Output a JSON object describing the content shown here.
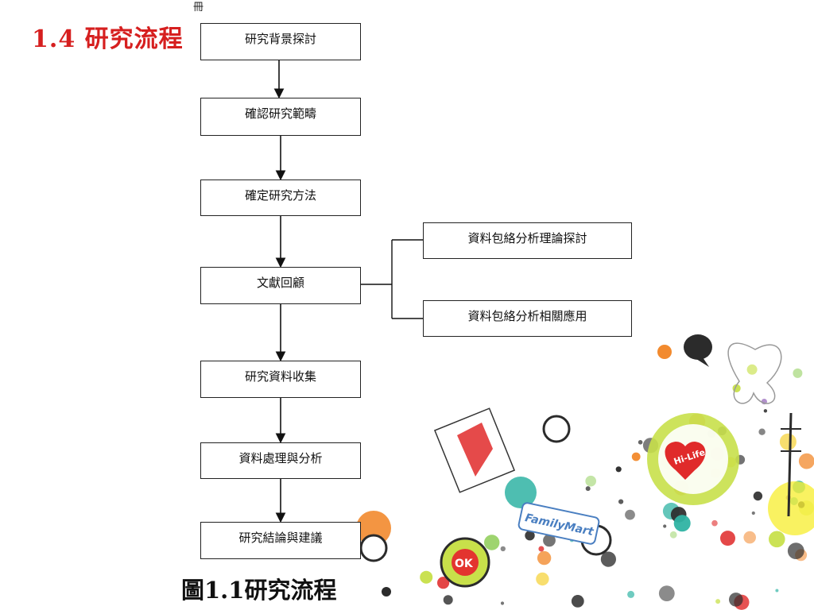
{
  "top_mark": "冊",
  "section_title": "1.4 研究流程",
  "caption": "圖1.1研究流程",
  "flow": {
    "steps": [
      "研究背景探討",
      "確認研究範疇",
      "確定研究方法",
      "文獻回顧",
      "研究資料收集",
      "資料處理與分析",
      "研究結論與建議"
    ],
    "branches": [
      "資料包絡分析理論探討",
      "資料包絡分析相關應用"
    ]
  },
  "art": {
    "badges": [
      "Hi-Life",
      "OK",
      "FamilyMart"
    ],
    "colors": {
      "hilife_red": "#e02a2a",
      "ok_red": "#e3342f",
      "familymart_blue": "#4a7fc1",
      "lime": "#c8e04a",
      "teal": "#2fb3a3",
      "orange": "#f28a2e",
      "purple": "#8e5bb5",
      "dark": "#2b2b2b"
    }
  }
}
